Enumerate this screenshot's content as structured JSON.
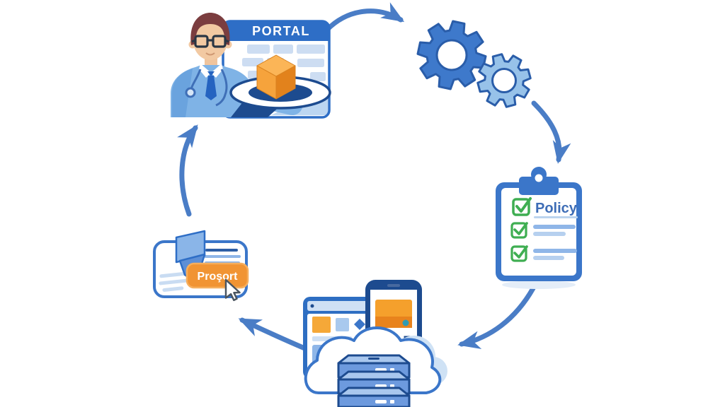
{
  "diagram": {
    "type": "circular-workflow",
    "flow": [
      "portal",
      "gears",
      "policy_clipboard",
      "devices",
      "document_card"
    ],
    "arrow_count": 5
  },
  "nodes": {
    "portal": {
      "header_label": "PORTAL",
      "description_icons": [
        "doctor-icon",
        "plate-icon",
        "package-cube-icon",
        "browser-window-icon"
      ]
    },
    "gears": {
      "gear_count": 2,
      "description_icons": [
        "gear-large-icon",
        "gear-small-icon"
      ]
    },
    "policy_clipboard": {
      "title": "Policy",
      "checklist_rows": 3,
      "description_icons": [
        "clipboard-icon",
        "checkbox-checked-icon"
      ]
    },
    "devices": {
      "server_units": 3,
      "description_icons": [
        "browser-window-icon",
        "smartphone-icon",
        "credit-card-icon",
        "cloud-icon",
        "server-stack-icon"
      ]
    },
    "document_card": {
      "button_label": "Proşort",
      "description_icons": [
        "document-icon",
        "ribbon-fold-icon",
        "cursor-pointer-icon"
      ]
    }
  },
  "colors": {
    "background": "#ffffff",
    "primary_blue": "#3b76c9",
    "header_blue": "#2e6ec6",
    "dark_navy": "#1d4b8f",
    "arrow_blue": "#4a7dc6",
    "gear_blue": "#3e79cb",
    "gear_light_blue": "#97c2e9",
    "light_blue_block": "#cdddf2",
    "orange": "#f19433",
    "orange_dark": "#e8831d",
    "green_check": "#3fae52",
    "teal_dot": "#2f9bb3",
    "skin": "#f2c9a2",
    "hair_brown": "#7b3d3f"
  }
}
